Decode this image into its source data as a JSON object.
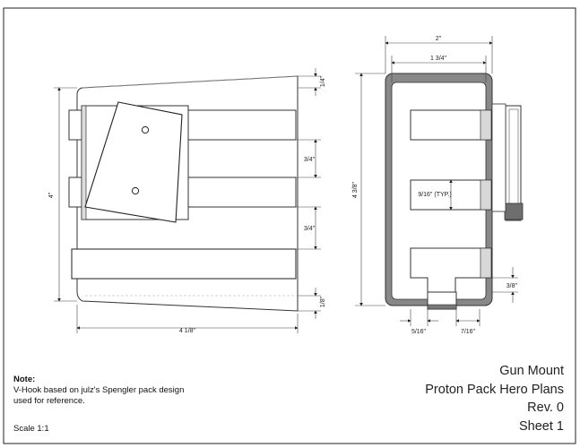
{
  "dimensions": {
    "left_view": {
      "top_offset": "1/4\"",
      "strap_gap_upper": "3/4\"",
      "strap_gap_lower": "3/4\"",
      "bottom_offset": "1/8\"",
      "height": "4\"",
      "width": "4 1/8\""
    },
    "right_view": {
      "overall_width": "2\"",
      "inner_width": "1 3/4\"",
      "height": "4 3/8\"",
      "slot": "9/16\" (TYP.)",
      "tab_offset": "3/8\"",
      "notch_left": "5/16\"",
      "notch_right": "7/16\""
    }
  },
  "note": {
    "title": "Note:",
    "line1": "V-Hook based on julz's Spengler pack design",
    "line2": "used for reference."
  },
  "scale": "Scale 1:1",
  "title_block": {
    "title": "Gun Mount",
    "project": "Proton Pack Hero Plans",
    "revision": "Rev. 0",
    "sheet": "Sheet 1"
  }
}
